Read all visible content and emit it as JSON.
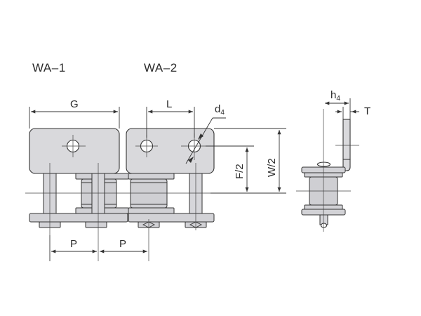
{
  "labels": {
    "wa1": "WA–1",
    "wa2": "WA–2",
    "g": "G",
    "l": "L",
    "d4_main": "d",
    "d4_sub": "4",
    "p1": "P",
    "p2": "P",
    "f2": "F/2",
    "w2": "W/2",
    "h4_main": "h",
    "h4_sub": "4",
    "t": "T"
  }
}
